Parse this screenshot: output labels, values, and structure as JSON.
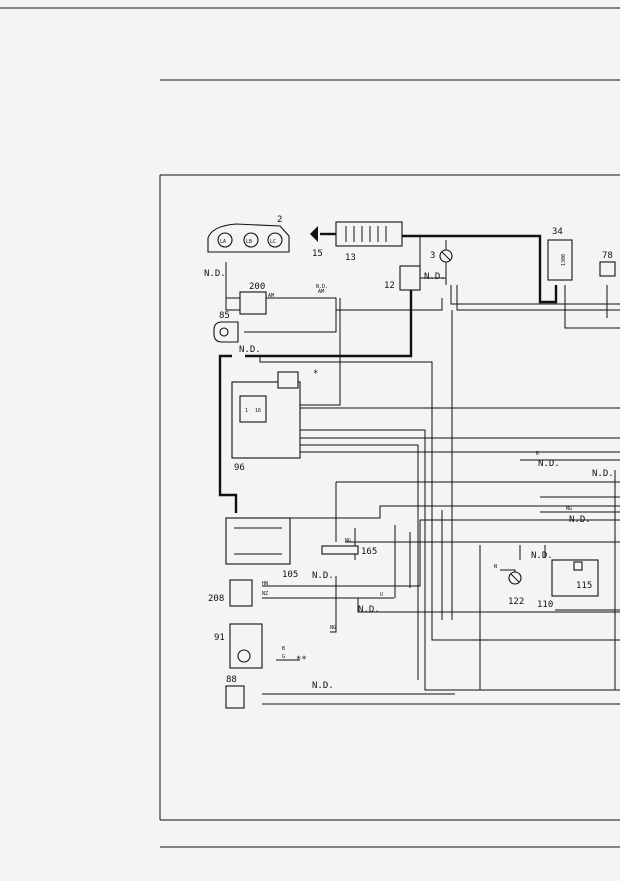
{
  "components": {
    "c2": {
      "number": "2",
      "bulbs": [
        "LA",
        "LB",
        "LC"
      ]
    },
    "c15": "15",
    "c13": "13",
    "c12": "12",
    "c3": "3",
    "c34": {
      "number": "34",
      "text": "1300"
    },
    "c78": "78",
    "c200": "200",
    "c85": "85",
    "c96": {
      "number": "96",
      "inner_a": "1",
      "inner_b": "16"
    },
    "c105": "105",
    "c165": "165",
    "c208": "208",
    "c91": "91",
    "c88": "88",
    "c122": "122",
    "c110": "110",
    "c115": "115"
  },
  "notes": {
    "nd": "N.D.",
    "star": "*",
    "double_star": "**"
  },
  "wire_codes": {
    "n": "N",
    "r": "R",
    "am": "AM",
    "ng": "NG",
    "hn": "HN",
    "nz": "NZ",
    "u": "U",
    "b": "B",
    "g": "G"
  },
  "colors": {
    "ink": "#111111",
    "paper": "#f4f4f2"
  }
}
